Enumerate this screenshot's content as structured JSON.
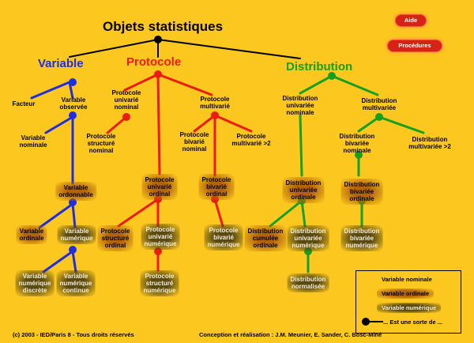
{
  "title": "Objets statistiques",
  "buttons": {
    "aide": "Aide",
    "procedures": "Procédures"
  },
  "headings": {
    "variable": "Variable",
    "protocole": "Protocole",
    "distribution": "Distribution"
  },
  "colors": {
    "background": "#fcc71e",
    "variable": "#1f2fe0",
    "protocole": "#ec1c10",
    "distribution": "#16a020",
    "button": "#d42418"
  },
  "nodes": {
    "facteur": "Facteur",
    "var_observee": "Variable\nobservée",
    "var_nominale": "Variable\nnominale",
    "var_ordonnable": "Variable\nordonnable",
    "var_ordinale": "Variable\nordinale",
    "var_numerique": "Variable\nnumérique",
    "var_num_discrete": "Variable\nnumérique\ndiscrète",
    "var_num_continue": "Variable\nnumérique\ncontinue",
    "prot_uni_nominal": "Protocole\nunivarié\nnominal",
    "prot_multi": "Protocole\nmultivarié",
    "prot_struct_nominal": "Protocole\nstructuré\nnominal",
    "prot_bi_nominal": "Protocole\nbivarié\nnominal",
    "prot_multi_gt2": "Protocole\nmultivarié >2",
    "prot_uni_ordinal": "Protocole\nunivarié\nordinal",
    "prot_bi_ordinal": "Protocole\nbivarié\nordinal",
    "prot_struct_ordinal": "Protocole\nstructuré\nordinal",
    "prot_uni_numerique": "Protocole\nunivarié\nnumérique",
    "prot_bi_numerique": "Protocole\nbivarié\nnumérique",
    "prot_struct_numerique": "Protocole\nstructuré\nnumérique",
    "dist_uni_nominale": "Distribution\nunivariée\nnominale",
    "dist_multi": "Distribution\nmultivariée",
    "dist_bi_nominale": "Distribution\nbivariée\nnominale",
    "dist_multi_gt2": "Distribution\nmultivariée >2",
    "dist_uni_ordinale": "Distribution\nunivariée\nordinale",
    "dist_bi_ordinale": "Distribution\nbivariée\nordinale",
    "dist_cumulee_ordinale": "Distribution\ncumulée\nordinale",
    "dist_uni_numerique": "Distribution\nunivariée\nnumérique",
    "dist_bi_numerique": "Distribution\nbivariée\nnumérique",
    "dist_normalisee": "Distribution\nnormalisée"
  },
  "legend": {
    "nominale": "Variable nominale",
    "ordinale": "Variable ordinale",
    "numerique": "Variable numérique",
    "sorte": "... Est une sorte de ..."
  },
  "footer": {
    "left": "(c) 2003 -  IED/Paris 8 - Tous droits réservés",
    "right": "Conception et réalisation : J.M. Meunier, E. Sander, C. Bosc-Miné"
  }
}
